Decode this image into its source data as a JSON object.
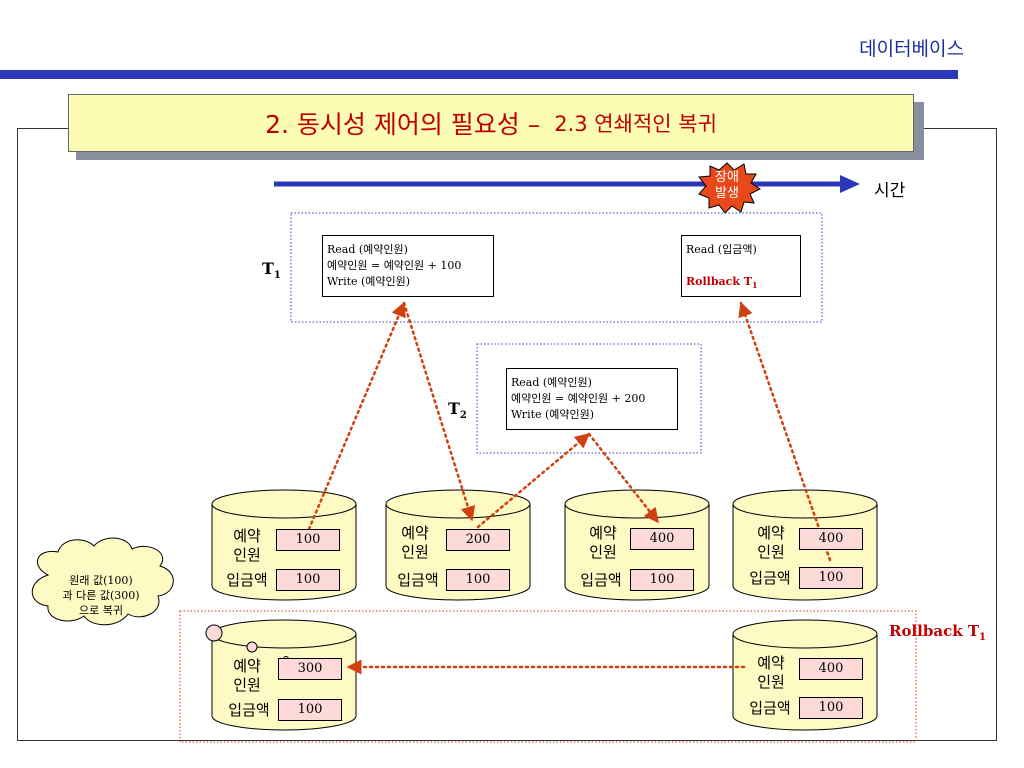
{
  "header": {
    "title": "데이터베이스"
  },
  "slide": {
    "title_main": "2. 동시성 제어의 필요성 –",
    "title_sub": "2.3 연쇄적인 복귀"
  },
  "timeline": {
    "label": "시간",
    "failure_label_line1": "장애",
    "failure_label_line2": "발생"
  },
  "t1": {
    "label": "T",
    "subscript": "1",
    "op1": {
      "line1": "Read (예약인원)",
      "line2": "예약인원 = 예약인원 + 100",
      "line3": "Write (예약인원)"
    },
    "op2": {
      "line1": "Read (입금액)",
      "line2_text": "Rollback T",
      "line2_sub": "1"
    }
  },
  "t2": {
    "label": "T",
    "subscript": "2",
    "op1": {
      "line1": "Read (예약인원)",
      "line2": "예약인원 = 예약인원 + 200",
      "line3": "Write (예약인원)"
    }
  },
  "databases": [
    {
      "row1_label_a": "예약",
      "row1_label_b": "인원",
      "row1_value": "100",
      "row2_label": "입금액",
      "row2_value": "100"
    },
    {
      "row1_label_a": "예약",
      "row1_label_b": "인원",
      "row1_value": "200",
      "row2_label": "입금액",
      "row2_value": "100"
    },
    {
      "row1_label_a": "예약",
      "row1_label_b": "인원",
      "row1_value": "400",
      "row2_label": "입금액",
      "row2_value": "100"
    },
    {
      "row1_label_a": "예약",
      "row1_label_b": "인원",
      "row1_value": "400",
      "row2_label": "입금액",
      "row2_value": "100"
    }
  ],
  "rollback": {
    "label_text": "Rollback T",
    "label_sub": "1",
    "left_db": {
      "row1_label_a": "예약",
      "row1_label_b": "인원",
      "row1_value": "300",
      "row2_label": "입금액",
      "row2_value": "100"
    },
    "right_db": {
      "row1_label_a": "예약",
      "row1_label_b": "인원",
      "row1_value": "400",
      "row2_label": "입금액",
      "row2_value": "100"
    }
  },
  "callout": {
    "line1": "원래 값(100)",
    "line2": "과 다른 값(300)",
    "line3": "으로 복귀"
  },
  "colors": {
    "accent_blue": "#2b36b8",
    "title_red": "#c00000",
    "arrow_red": "#d04010",
    "cylinder_fill": "#fdfac4",
    "value_fill": "#fbdad8",
    "burst_fill": "#e8481a"
  }
}
